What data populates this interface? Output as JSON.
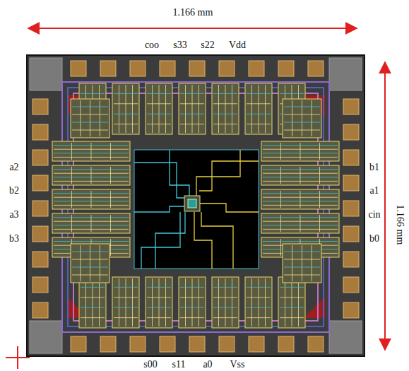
{
  "diagram": {
    "labels": [
      "1.166 mm",
      "coo",
      "s33",
      "s22",
      "Vdd",
      "a2",
      "b2",
      "a3",
      "b3",
      "b1",
      "a1",
      "cin",
      "b0",
      "1.166 mm",
      "s00",
      "s11",
      "a0",
      "Vss"
    ]
  }
}
